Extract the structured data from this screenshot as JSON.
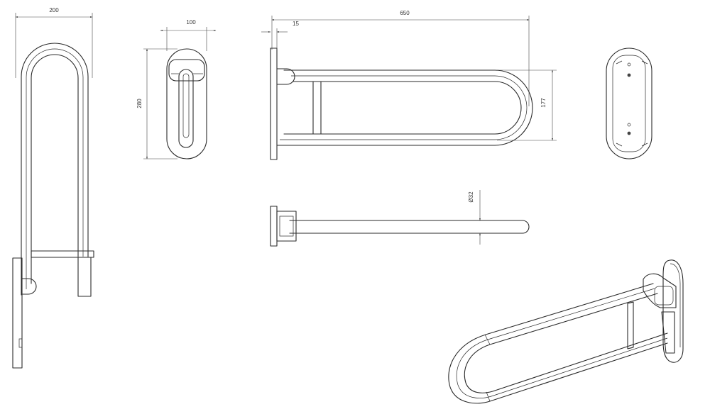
{
  "dimensions": {
    "front_width": "200",
    "side_width": "100",
    "side_height": "280",
    "top_length": "650",
    "top_wall_offset": "15",
    "top_projection_height": "177",
    "tube_diameter": "Ø32"
  },
  "colors": {
    "line": "#2a2a2a",
    "background": "#ffffff"
  }
}
